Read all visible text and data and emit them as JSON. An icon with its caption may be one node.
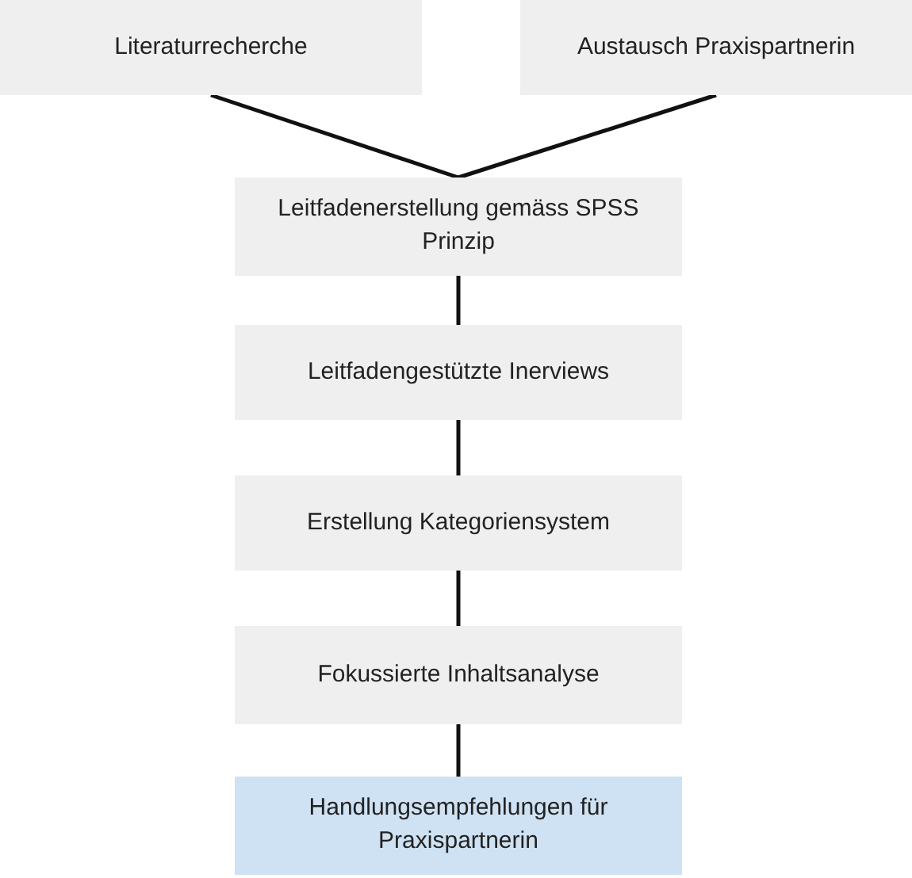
{
  "diagram": {
    "nodes": [
      {
        "text": [
          "Literaturrecherche"
        ]
      },
      {
        "text": [
          "Austausch Praxispartnerin"
        ]
      },
      {
        "text": [
          "Leitfadenerstellung gemäss SPSS Prinzip"
        ]
      },
      {
        "text": [
          "Leitfadengestützte Inerviews"
        ]
      },
      {
        "text": [
          "Erstellung Kategoriensystem"
        ]
      },
      {
        "text": [
          "Fokussierte Inhaltsanalyse"
        ]
      },
      {
        "text": [
          "Handlungsempfehlungen für Praxispartnerin"
        ]
      }
    ],
    "edges": [
      {
        "from": 0,
        "to": 2,
        "arrow": "none"
      },
      {
        "from": 1,
        "to": 2,
        "arrow": "none"
      },
      {
        "from": 2,
        "to": 3,
        "arrow": "none"
      },
      {
        "from": 3,
        "to": 4,
        "arrow": "none"
      },
      {
        "from": 4,
        "to": 5,
        "arrow": "none"
      },
      {
        "from": 5,
        "to": 6,
        "arrow": "none"
      }
    ]
  }
}
